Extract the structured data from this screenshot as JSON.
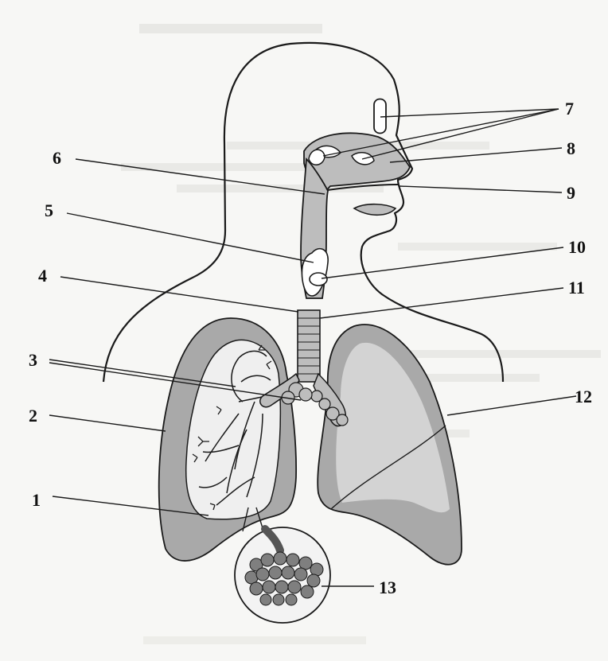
{
  "diagram": {
    "labels": {
      "l1": "1",
      "l2": "2",
      "l3": "3",
      "l4": "4",
      "l5": "5",
      "l6": "6",
      "l7": "7",
      "l8": "8",
      "l9": "9",
      "l10": "10",
      "l11": "11",
      "l12": "12",
      "l13": "13"
    },
    "colors": {
      "line": "#1a1a1a",
      "lung_fill": "#a9a9a9",
      "lung_light": "#d3d3d3",
      "airway_fill": "#bdbdbd",
      "alveoli_fill": "#7f7f7f",
      "background": "#f7f7f5"
    }
  }
}
